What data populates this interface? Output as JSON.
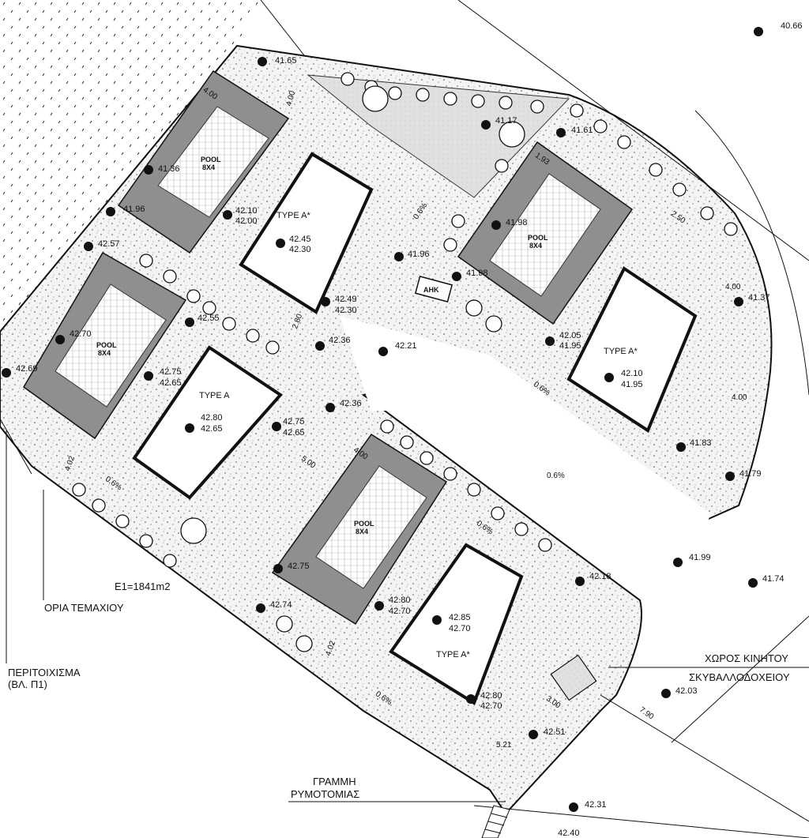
{
  "plan": {
    "area_label": "E1=1841m2",
    "notes": {
      "plot_boundary": "ΟΡΙΑ ΤΕΜΑΧΙΟΥ",
      "perimeter_wall_1": "ΠΕΡΙΤΟΙΧΙΣΜΑ",
      "perimeter_wall_2": "(ΒΛ. Π1)",
      "bin_area_1": "ΧΩΡΟΣ ΚΙΝΗΤΟΥ",
      "bin_area_2": "ΣΚΥΒΑΛΛΟΔΟΧΕΙΟΥ",
      "street_line_1": "ΓΡΑΜΜΗ",
      "street_line_2": "ΡΥΜΟΤΟΜΙΑΣ",
      "meter": "ΑΗΚ"
    },
    "houses": [
      {
        "type": "TYPE A*",
        "level_1": "42.45",
        "level_2": "42.30"
      },
      {
        "type": "TYPE A",
        "level_1": "42.80",
        "level_2": "42.65"
      },
      {
        "type": "TYPE A*",
        "level_1": "42.10",
        "level_2": "41.95"
      },
      {
        "type": "TYPE A*",
        "level_1": "42.85",
        "level_2": "42.70"
      }
    ],
    "pools": [
      {
        "line1": "POOL",
        "line2": "8X4"
      },
      {
        "line1": "POOL",
        "line2": "8X4"
      },
      {
        "line1": "POOL",
        "line2": "8X4"
      },
      {
        "line1": "POOL",
        "line2": "8X4"
      }
    ],
    "levels": [
      "40.66",
      "41.65",
      "41.17",
      "41.61",
      "41.36",
      "41.96",
      "42.10",
      "42.00",
      "41.98",
      "42.57",
      "41.96",
      "41.98",
      "42.70",
      "42.55",
      "42.49",
      "42.30",
      "42.36",
      "42.21",
      "42.05",
      "41.95",
      "41.37",
      "42.69",
      "42.75",
      "42.65",
      "42.75",
      "42.65",
      "42.36",
      "41.83",
      "41.79",
      "42.75",
      "42.80",
      "42.70",
      "42.74",
      "41.99",
      "42.18",
      "41.74",
      "42.80",
      "42.70",
      "42.03",
      "42.51",
      "42.31",
      "42.40"
    ],
    "dimensions": [
      "4.00",
      "4.00",
      "1.93",
      "2.50",
      "4.00",
      "4.00",
      "5.00",
      "4.00",
      "4.02",
      "4.02",
      "3.00",
      "5.21",
      "7.90",
      "2.80"
    ],
    "slopes": [
      "0.6%",
      "0.6%",
      "0.6%",
      "0.6%",
      "0.6%",
      "0.6%"
    ]
  }
}
